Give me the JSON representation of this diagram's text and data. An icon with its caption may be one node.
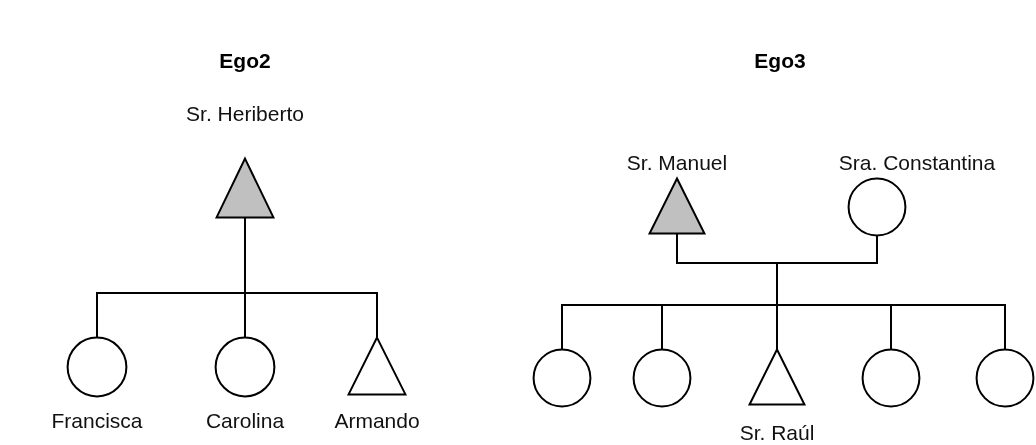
{
  "diagram": {
    "nodes": [
      {
        "text": [],
        "shape": "filled-triangle",
        "beside": [
          "Sr. Heriberto"
        ]
      },
      {
        "text": [],
        "shape": "circle",
        "beside": [
          "Francisca"
        ]
      },
      {
        "text": [],
        "shape": "circle",
        "beside": [
          "Carolina"
        ]
      },
      {
        "text": [],
        "shape": "triangle",
        "beside": [
          "Armando"
        ]
      },
      {
        "text": [],
        "shape": "filled-triangle",
        "beside": [
          "Sr. Manuel"
        ]
      },
      {
        "text": [],
        "shape": "circle",
        "beside": [
          "Sra. Constantina"
        ]
      },
      {
        "text": [],
        "shape": "circle"
      },
      {
        "text": [],
        "shape": "circle"
      },
      {
        "text": [],
        "shape": "triangle",
        "beside": [
          "Sr. Raúl"
        ]
      },
      {
        "text": [],
        "shape": "circle"
      },
      {
        "text": [],
        "shape": "circle"
      }
    ],
    "edges": [
      {
        "from": 0,
        "to": 1,
        "arrow": "none"
      },
      {
        "from": 0,
        "to": 2,
        "arrow": "none"
      },
      {
        "from": 0,
        "to": 3,
        "arrow": "none"
      },
      {
        "from": 4,
        "to": 6,
        "arrow": "none"
      },
      {
        "from": 4,
        "to": 7,
        "arrow": "none"
      },
      {
        "from": 4,
        "to": 8,
        "arrow": "none"
      },
      {
        "from": 4,
        "to": 9,
        "arrow": "none"
      },
      {
        "from": 4,
        "to": 10,
        "arrow": "none"
      },
      {
        "from": 5,
        "to": 6,
        "arrow": "none"
      },
      {
        "from": 5,
        "to": 7,
        "arrow": "none"
      },
      {
        "from": 5,
        "to": 8,
        "arrow": "none"
      },
      {
        "from": 5,
        "to": 9,
        "arrow": "none"
      },
      {
        "from": 5,
        "to": 10,
        "arrow": "none"
      }
    ],
    "labels": [
      "Ego2",
      "Ego3"
    ]
  }
}
